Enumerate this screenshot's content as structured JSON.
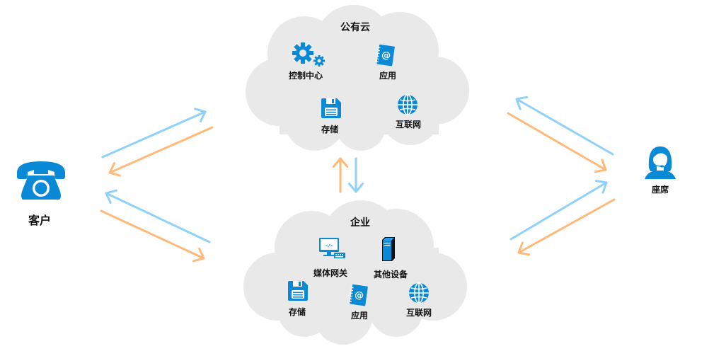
{
  "colors": {
    "icon_blue": "#0a8ad6",
    "cloud_fill": "#e9e9e9",
    "arrow_blue": "#8fd1f8",
    "arrow_orange": "#ffb97a",
    "text": "#111111"
  },
  "nodes": {
    "customer": {
      "label": "客户",
      "icon": "telephone-icon"
    },
    "agent": {
      "label": "座席",
      "icon": "agent-headset-icon"
    }
  },
  "public_cloud": {
    "title": "公有云",
    "items": [
      {
        "label": "控制中心",
        "icon": "gears-icon"
      },
      {
        "label": "应用",
        "icon": "app-at-notebook-icon"
      },
      {
        "label": "存储",
        "icon": "floppy-storage-icon"
      },
      {
        "label": "互联网",
        "icon": "globe-icon"
      }
    ]
  },
  "enterprise": {
    "title": "企业",
    "items": [
      {
        "label": "媒体网关",
        "icon": "monitor-keyboard-icon"
      },
      {
        "label": "其他设备",
        "icon": "server-tower-icon"
      },
      {
        "label": "存储",
        "icon": "floppy-storage-icon"
      },
      {
        "label": "应用",
        "icon": "app-at-notebook-icon"
      },
      {
        "label": "互联网",
        "icon": "globe-icon"
      }
    ]
  },
  "connections": [
    {
      "from": "customer",
      "to": "public_cloud",
      "color": "blue"
    },
    {
      "from": "public_cloud",
      "to": "customer",
      "color": "orange"
    },
    {
      "from": "enterprise",
      "to": "customer",
      "color": "blue"
    },
    {
      "from": "customer",
      "to": "enterprise",
      "color": "orange"
    },
    {
      "from": "agent",
      "to": "public_cloud",
      "color": "blue"
    },
    {
      "from": "public_cloud",
      "to": "agent",
      "color": "orange"
    },
    {
      "from": "enterprise",
      "to": "agent",
      "color": "blue"
    },
    {
      "from": "agent",
      "to": "enterprise",
      "color": "orange"
    },
    {
      "from": "enterprise",
      "to": "public_cloud",
      "color": "orange"
    },
    {
      "from": "public_cloud",
      "to": "enterprise",
      "color": "blue"
    }
  ]
}
